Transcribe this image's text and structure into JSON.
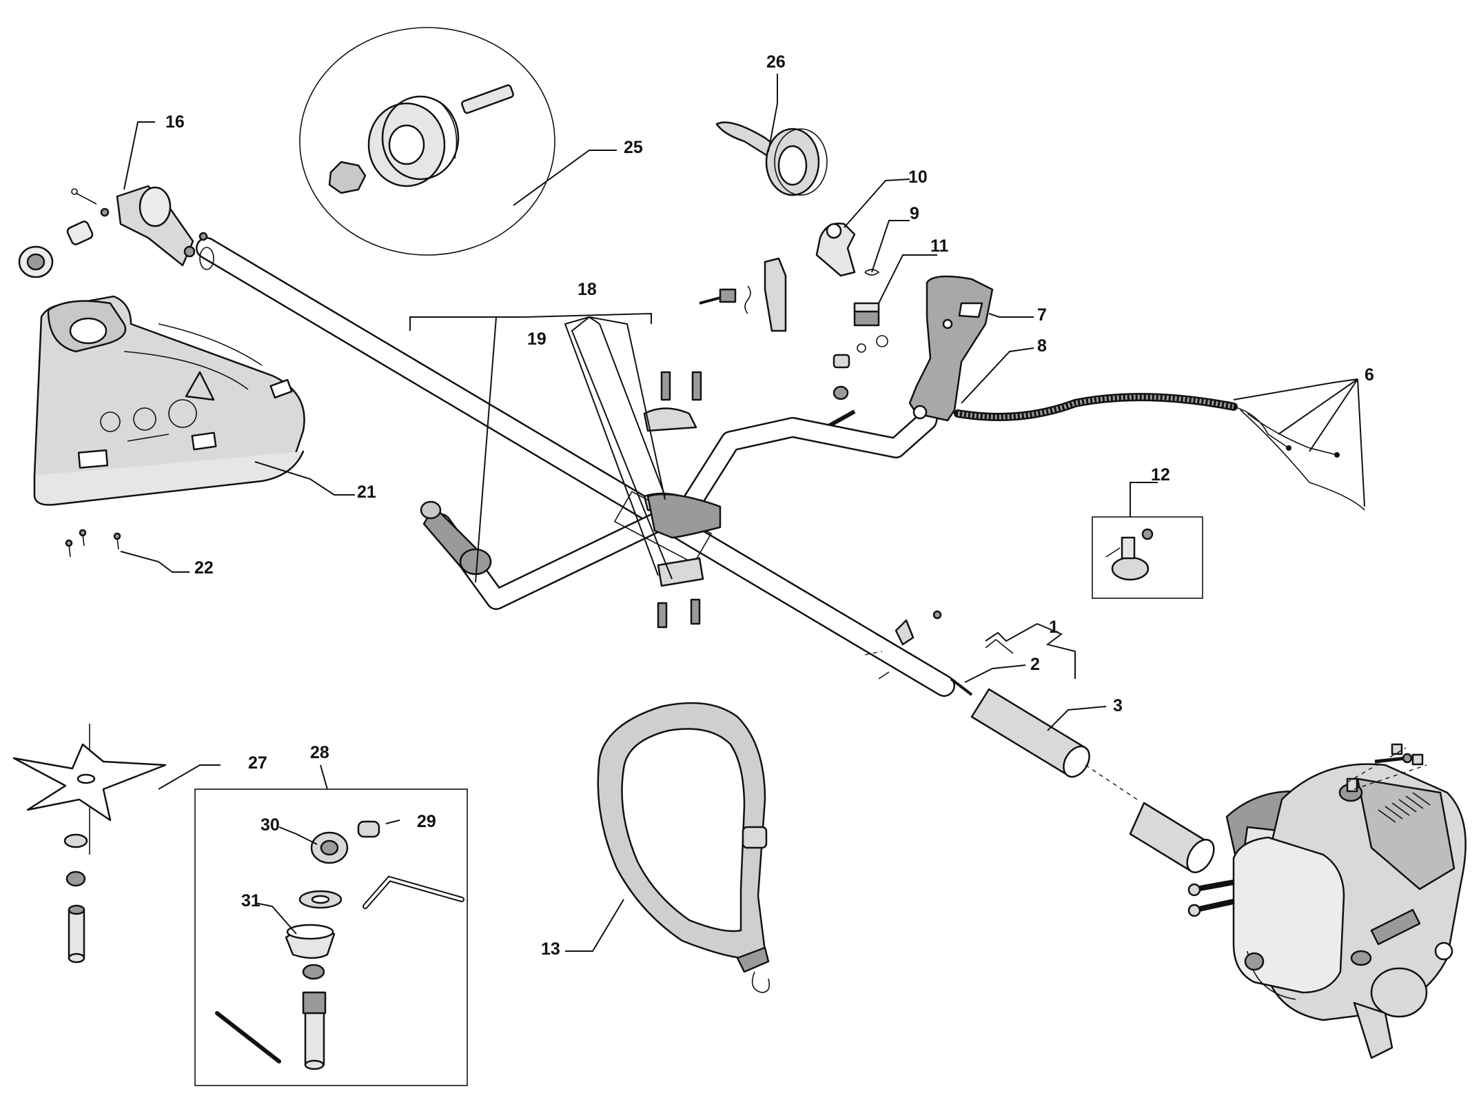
{
  "diagram": {
    "callouts": [
      {
        "id": "c1",
        "label": "1"
      },
      {
        "id": "c2",
        "label": "2"
      },
      {
        "id": "c3",
        "label": "3"
      },
      {
        "id": "c6",
        "label": "6"
      },
      {
        "id": "c7",
        "label": "7"
      },
      {
        "id": "c8",
        "label": "8"
      },
      {
        "id": "c9",
        "label": "9"
      },
      {
        "id": "c10",
        "label": "10"
      },
      {
        "id": "c11",
        "label": "11"
      },
      {
        "id": "c12",
        "label": "12"
      },
      {
        "id": "c13",
        "label": "13"
      },
      {
        "id": "c16",
        "label": "16"
      },
      {
        "id": "c18",
        "label": "18"
      },
      {
        "id": "c19",
        "label": "19"
      },
      {
        "id": "c21",
        "label": "21"
      },
      {
        "id": "c22",
        "label": "22"
      },
      {
        "id": "c25",
        "label": "25"
      },
      {
        "id": "c26",
        "label": "26"
      },
      {
        "id": "c27",
        "label": "27"
      },
      {
        "id": "c28",
        "label": "28"
      },
      {
        "id": "c29",
        "label": "29"
      },
      {
        "id": "c30",
        "label": "30"
      },
      {
        "id": "c31",
        "label": "31"
      }
    ],
    "colors": {
      "line": "#111111",
      "part_fill": "#d9d9d9",
      "dark_fill": "#9a9a9a",
      "strap": "#cfcfcf",
      "paper": "#ffffff"
    }
  }
}
